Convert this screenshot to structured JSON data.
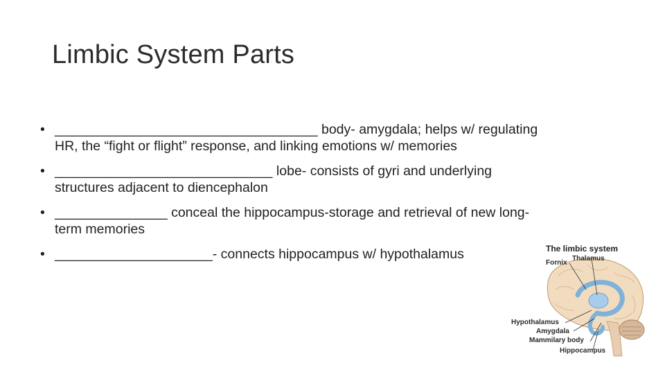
{
  "slide": {
    "title": "Limbic System Parts",
    "bullets": [
      "___________________________________ body- amygdala; helps w/ regulating HR, the “fight or flight” response, and linking emotions w/ memories",
      "_____________________________ lobe- consists of gyri and underlying structures adjacent to diencephalon",
      "_______________ conceal the hippocampus-storage and retrieval of new long-term memories",
      "_____________________- connects hippocampus w/ hypothalamus"
    ]
  },
  "figure": {
    "title": "The limbic system",
    "labels": {
      "thalamus": "Thalamus",
      "fornix": "Fornix",
      "hypothalamus": "Hypothalamus",
      "amygdala": "Amygdala",
      "mammillary": "Mammilary body",
      "hippocampus": "Hippocampus"
    },
    "colors": {
      "cortex": "#f2dcc0",
      "cortex_stroke": "#c9a57e",
      "limbic_blue": "#7fb2d9",
      "cerebellum": "#d7b79a"
    }
  }
}
